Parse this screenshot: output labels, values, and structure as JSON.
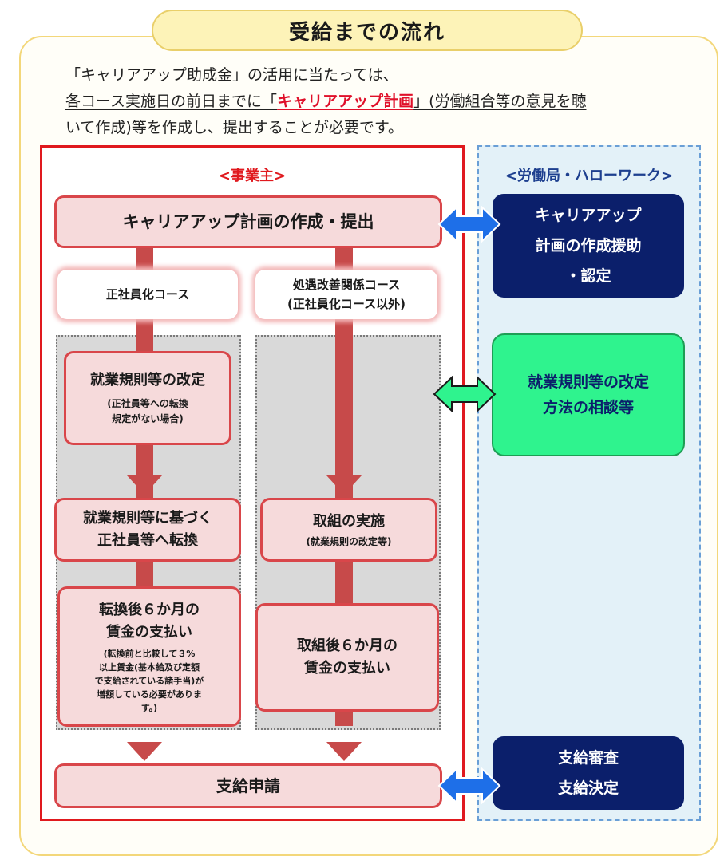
{
  "title": "受給までの流れ",
  "intro": {
    "line1": "「キャリアアップ助成金」の活用に当たっては、",
    "line2_u1": "各コース実施日の前日までに「",
    "line2_red": "キャリアアップ計画",
    "line2_u2": "」(労働組合等の意見を聴",
    "line3_u": "いて作成)等を作成",
    "line3_rest": "し、提出することが必要です。"
  },
  "employer": {
    "heading": "<事業主>",
    "plan": "キャリアアップ計画の作成・提出",
    "course_a": "正社員化コース",
    "course_b_line1": "処遇改善関係コース",
    "course_b_line2": "(正社員化コース以外)",
    "a_step1_main": "就業規則等の改定",
    "a_step1_sub_line1": "(正社員等への転換",
    "a_step1_sub_line2": "規定がない場合)",
    "a_step2_line1": "就業規則等に基づく",
    "a_step2_line2": "正社員等へ転換",
    "a_step3_line1": "転換後６か月の",
    "a_step3_line2": "賃金の支払い",
    "a_step3_sub_line1": "(転換前と比較して３%",
    "a_step3_sub_line2": "以上賃金(基本給及び定額",
    "a_step3_sub_line3": "で支給されている諸手当)が",
    "a_step3_sub_line4": "増額している必要がありま",
    "a_step3_sub_line5": "す。)",
    "b_step1_main": "取組の実施",
    "b_step1_sub": "(就業規則の改定等)",
    "b_step2_line1": "取組後６か月の",
    "b_step2_line2": "賃金の支払い",
    "apply": "支給申請"
  },
  "bureau": {
    "heading": "<労働局・ハローワーク>",
    "support_line1": "キャリアアップ",
    "support_line2": "計画の作成援助",
    "support_line3": "・認定",
    "consult_line1": "就業規則等の改定",
    "consult_line2": "方法の相談等",
    "decision_line1": "支給審査",
    "decision_line2": "支給決定"
  },
  "colors": {
    "employer_border": "#e0191e",
    "navy": "#0b1f6b",
    "green": "#2ff38e",
    "pink_fill": "#f6dadb",
    "flow_arrow": "#c74a4a",
    "exchange_arrow_blue": "#1e6fe8",
    "exchange_arrow_green": "#2ff38e"
  }
}
